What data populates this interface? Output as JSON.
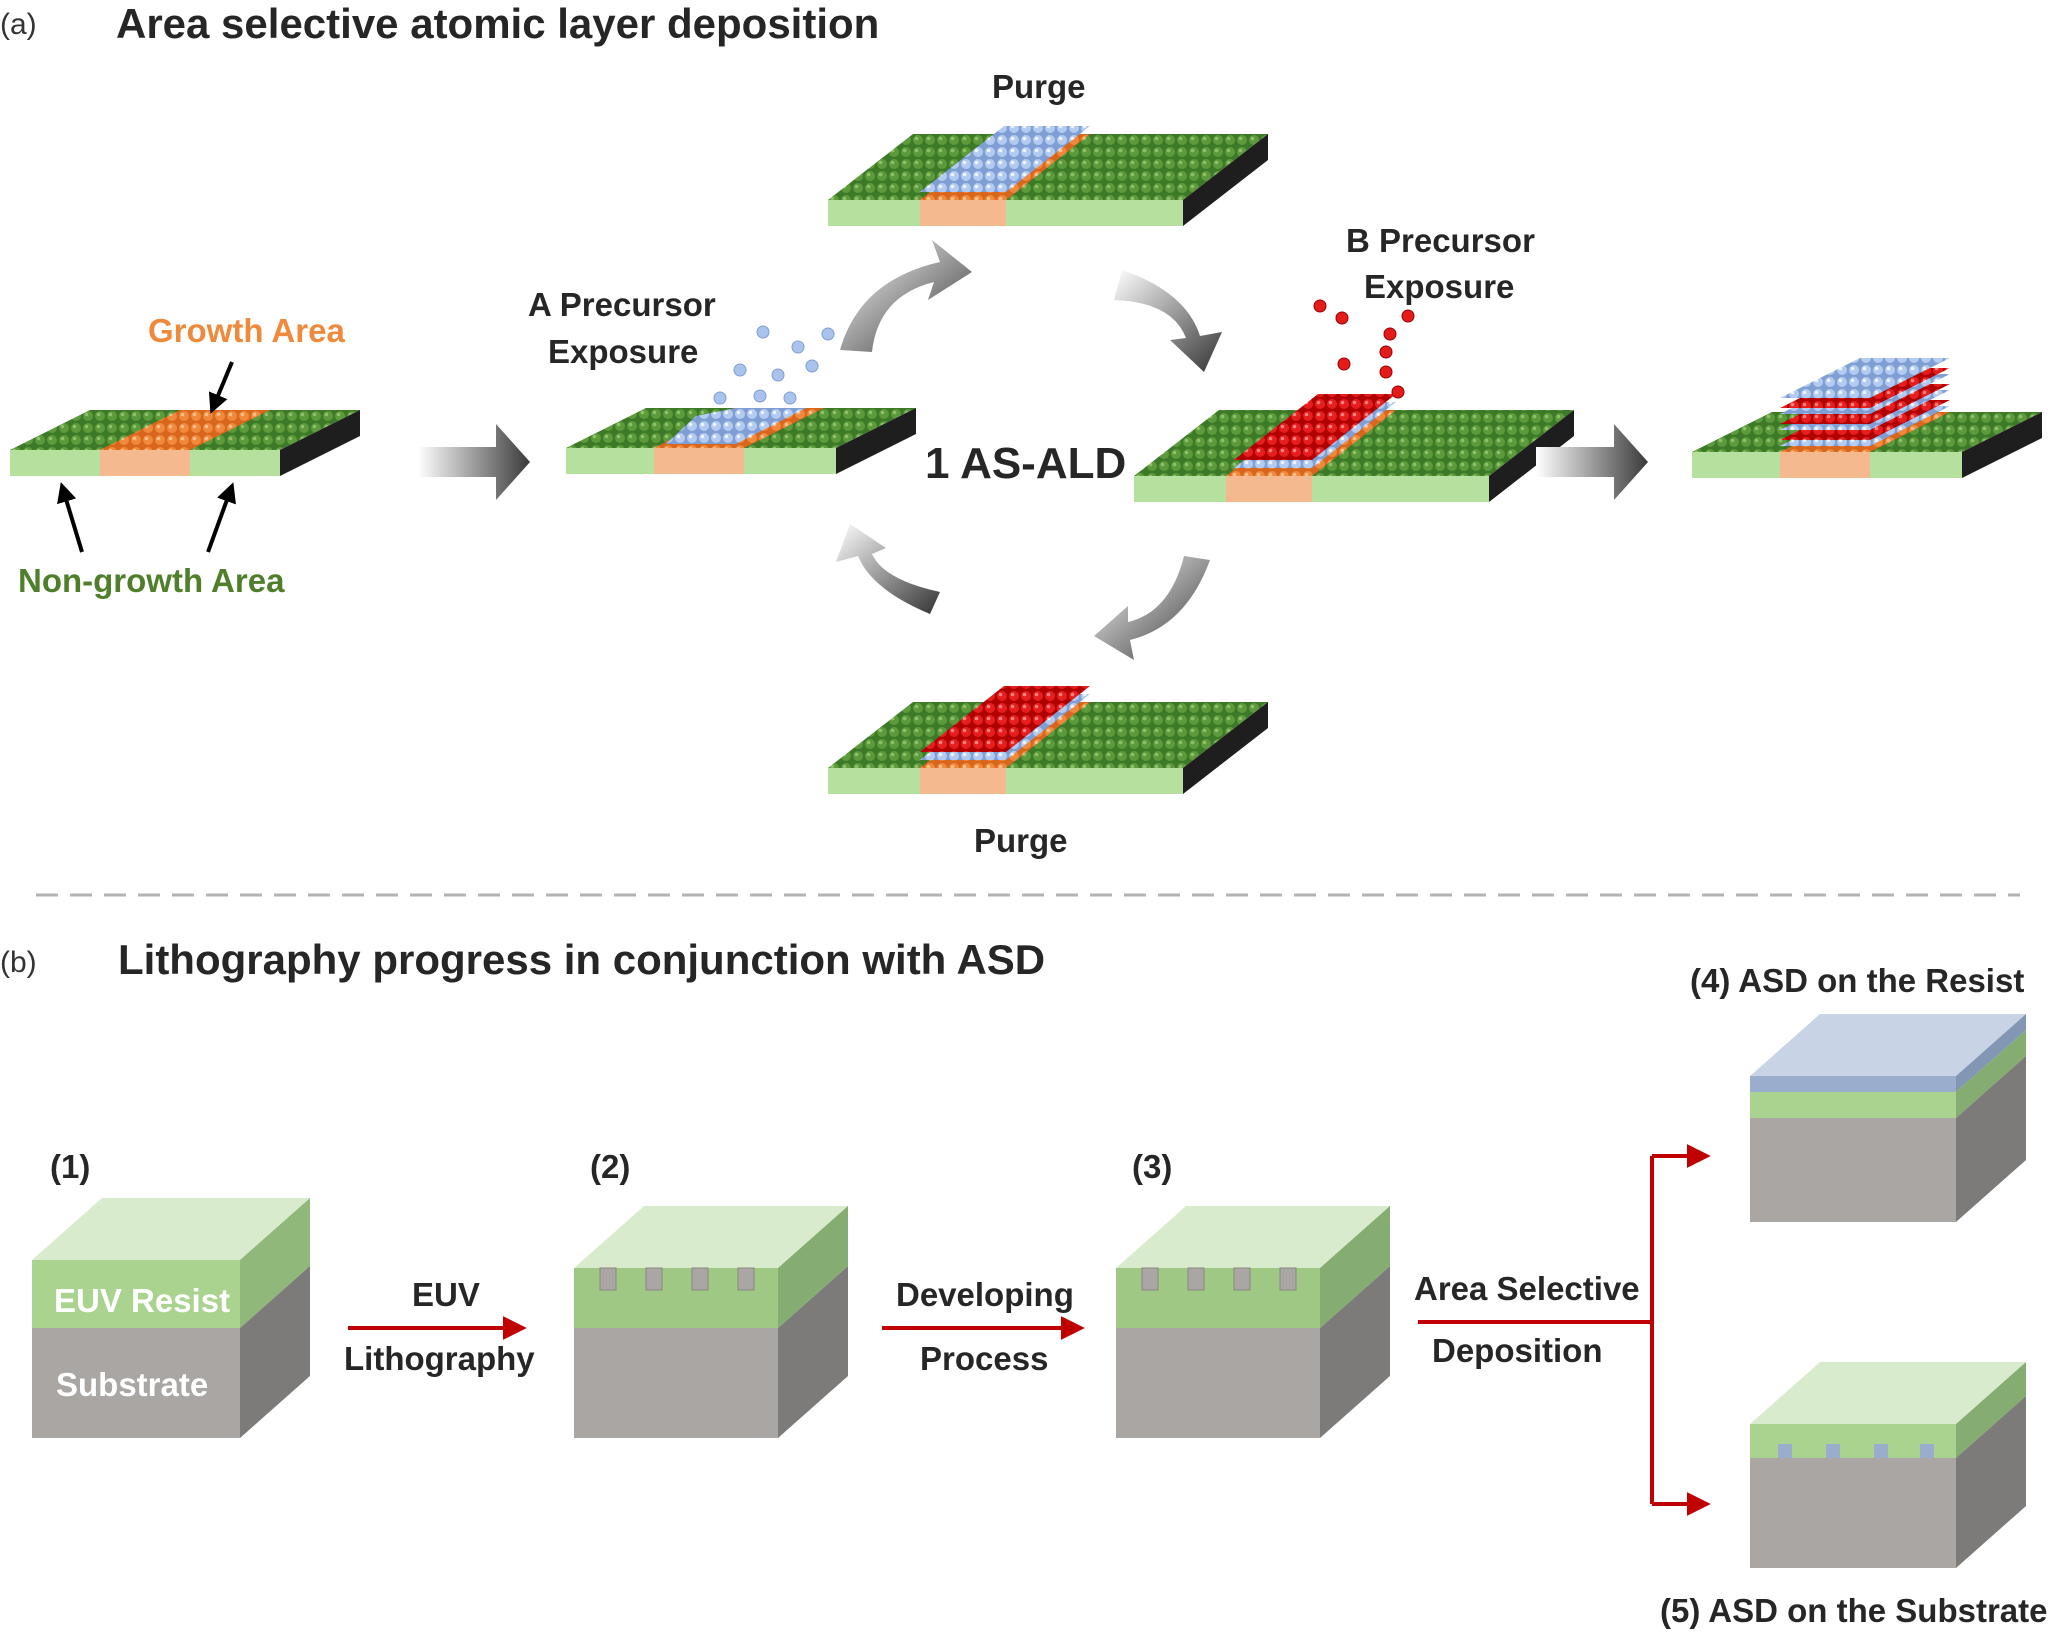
{
  "panel_a": {
    "tag": "(a)",
    "title": "Area selective atomic layer deposition",
    "growth_area": "Growth Area",
    "non_growth_area": "Non-growth Area",
    "purge_top": "Purge",
    "purge_bottom": "Purge",
    "a_precursor_line1": "A Precursor",
    "a_precursor_line2": "Exposure",
    "b_precursor_line1": "B Precursor",
    "b_precursor_line2": "Exposure",
    "cycle_label": "1 AS-ALD"
  },
  "panel_b": {
    "tag": "(b)",
    "title": "Lithography progress in conjunction with ASD",
    "step1": "(1)",
    "step2": "(2)",
    "step3": "(3)",
    "step4": "(4) ASD on the Resist",
    "step5": "(5) ASD on the Substrate",
    "resist_label": "EUV Resist",
    "substrate_label": "Substrate",
    "euv_line1": "EUV",
    "euv_line2": "Lithography",
    "dev_line1": "Developing",
    "dev_line2": "Process",
    "asd_line1": "Area Selective",
    "asd_line2": "Deposition"
  },
  "colors": {
    "non_growth_green": "#3f7a2a",
    "growth_orange": "#ef8a3c",
    "precursor_a_blue": "#a9c3ec",
    "precursor_b_red": "#e31b1b",
    "resist_green": "#a9d38e",
    "substrate_gray": "#a9a6a3",
    "deposit_blue": "#9aadcc",
    "arrow_red": "#c00000"
  }
}
